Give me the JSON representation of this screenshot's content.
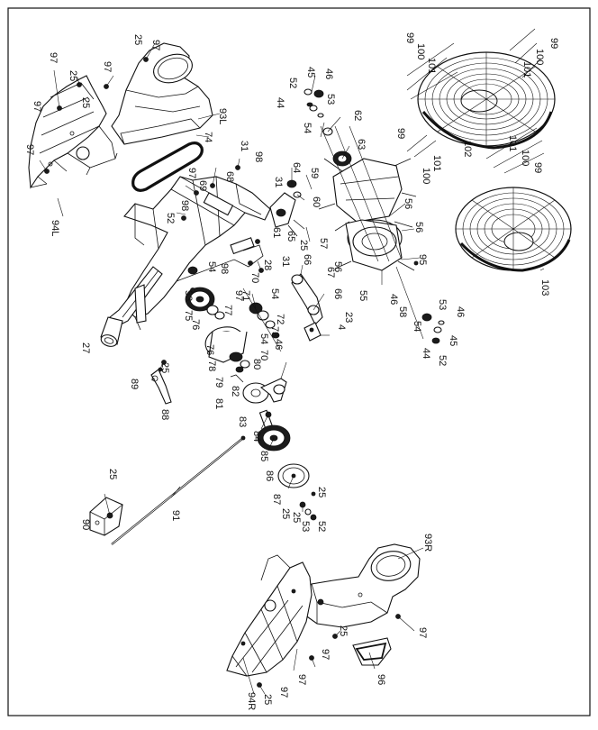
{
  "diagram": {
    "callouts": [
      {
        "id": "c-97-a",
        "text": "97"
      },
      {
        "id": "c-25-a",
        "text": "25"
      },
      {
        "id": "c-97-b",
        "text": "97"
      },
      {
        "id": "c-25-b",
        "text": "25"
      },
      {
        "id": "c-25-c",
        "text": "25"
      },
      {
        "id": "c-97-c",
        "text": "97"
      },
      {
        "id": "c-97-d",
        "text": "97"
      },
      {
        "id": "c-97-e",
        "text": "97"
      },
      {
        "id": "c-94L",
        "text": "94L"
      },
      {
        "id": "c-93L",
        "text": "93L"
      },
      {
        "id": "c-74",
        "text": "74"
      },
      {
        "id": "c-46-a",
        "text": "46"
      },
      {
        "id": "c-45-a",
        "text": "45"
      },
      {
        "id": "c-52-a",
        "text": "52"
      },
      {
        "id": "c-53-a",
        "text": "53"
      },
      {
        "id": "c-44-a",
        "text": "44"
      },
      {
        "id": "c-62",
        "text": "62"
      },
      {
        "id": "c-54-a",
        "text": "54"
      },
      {
        "id": "c-63",
        "text": "63"
      },
      {
        "id": "c-99-a",
        "text": "99"
      },
      {
        "id": "c-100-a",
        "text": "100"
      },
      {
        "id": "c-101-a",
        "text": "101"
      },
      {
        "id": "c-99-b",
        "text": "99"
      },
      {
        "id": "c-100-b",
        "text": "100"
      },
      {
        "id": "c-101-b",
        "text": "101"
      },
      {
        "id": "c-99-c",
        "text": "99"
      },
      {
        "id": "c-101-c",
        "text": "101"
      },
      {
        "id": "c-100-c",
        "text": "100"
      },
      {
        "id": "c-102",
        "text": "102"
      },
      {
        "id": "c-101-d",
        "text": "101"
      },
      {
        "id": "c-100-d",
        "text": "100"
      },
      {
        "id": "c-99-d",
        "text": "99"
      },
      {
        "id": "c-103",
        "text": "103"
      },
      {
        "id": "c-31-a",
        "text": "31"
      },
      {
        "id": "c-98-a",
        "text": "98"
      },
      {
        "id": "c-68",
        "text": "68"
      },
      {
        "id": "c-97-f",
        "text": "97"
      },
      {
        "id": "c-69",
        "text": "69"
      },
      {
        "id": "c-98-b",
        "text": "98"
      },
      {
        "id": "c-52-b",
        "text": "52"
      },
      {
        "id": "c-64",
        "text": "64"
      },
      {
        "id": "c-59",
        "text": "59"
      },
      {
        "id": "c-31-b",
        "text": "31"
      },
      {
        "id": "c-60",
        "text": "60"
      },
      {
        "id": "c-61",
        "text": "61"
      },
      {
        "id": "c-65",
        "text": "65"
      },
      {
        "id": "c-25-d",
        "text": "25"
      },
      {
        "id": "c-57",
        "text": "57"
      },
      {
        "id": "c-56-a",
        "text": "56"
      },
      {
        "id": "c-56-b",
        "text": "56"
      },
      {
        "id": "c-56-c",
        "text": "56"
      },
      {
        "id": "c-95",
        "text": "95"
      },
      {
        "id": "c-55",
        "text": "55"
      },
      {
        "id": "c-46-b",
        "text": "46"
      },
      {
        "id": "c-58",
        "text": "58"
      },
      {
        "id": "c-53-b",
        "text": "53"
      },
      {
        "id": "c-46-c",
        "text": "46"
      },
      {
        "id": "c-54-b",
        "text": "54"
      },
      {
        "id": "c-45-b",
        "text": "45"
      },
      {
        "id": "c-44-b",
        "text": "44"
      },
      {
        "id": "c-52-c",
        "text": "52"
      },
      {
        "id": "c-28",
        "text": "28"
      },
      {
        "id": "c-31-c",
        "text": "31"
      },
      {
        "id": "c-70",
        "text": "70"
      },
      {
        "id": "c-54-c",
        "text": "54"
      },
      {
        "id": "c-71",
        "text": "71"
      },
      {
        "id": "c-66-a",
        "text": "66"
      },
      {
        "id": "c-67",
        "text": "67"
      },
      {
        "id": "c-66-b",
        "text": "66"
      },
      {
        "id": "c-23",
        "text": "23"
      },
      {
        "id": "c-4",
        "text": "4"
      },
      {
        "id": "c-72",
        "text": "72"
      },
      {
        "id": "c-73",
        "text": "73"
      },
      {
        "id": "c-46-d",
        "text": "46"
      },
      {
        "id": "c-54-d",
        "text": "54"
      },
      {
        "id": "c-70-b",
        "text": "70"
      },
      {
        "id": "c-98-c",
        "text": "98"
      },
      {
        "id": "c-54-e",
        "text": "54"
      },
      {
        "id": "c-97-g",
        "text": "97"
      },
      {
        "id": "c-53-c",
        "text": "53"
      },
      {
        "id": "c-75",
        "text": "75"
      },
      {
        "id": "c-77",
        "text": "77"
      },
      {
        "id": "c-76",
        "text": "76"
      },
      {
        "id": "c-27",
        "text": "27"
      },
      {
        "id": "c-76-b",
        "text": "76"
      },
      {
        "id": "c-78",
        "text": "78"
      },
      {
        "id": "c-80",
        "text": "80"
      },
      {
        "id": "c-79",
        "text": "79"
      },
      {
        "id": "c-81",
        "text": "81"
      },
      {
        "id": "c-82",
        "text": "82"
      },
      {
        "id": "c-83",
        "text": "83"
      },
      {
        "id": "c-89",
        "text": "89"
      },
      {
        "id": "c-25-e",
        "text": "25"
      },
      {
        "id": "c-88",
        "text": "88"
      },
      {
        "id": "c-84",
        "text": "84"
      },
      {
        "id": "c-85",
        "text": "85"
      },
      {
        "id": "c-86",
        "text": "86"
      },
      {
        "id": "c-87",
        "text": "87"
      },
      {
        "id": "c-25-f",
        "text": "25"
      },
      {
        "id": "c-25-g",
        "text": "25"
      },
      {
        "id": "c-53-d",
        "text": "53"
      },
      {
        "id": "c-52-d",
        "text": "52"
      },
      {
        "id": "c-25-h",
        "text": "25"
      },
      {
        "id": "c-91",
        "text": "91"
      },
      {
        "id": "c-25-i",
        "text": "25"
      },
      {
        "id": "c-90",
        "text": "90"
      },
      {
        "id": "c-93R",
        "text": "93R"
      },
      {
        "id": "c-97-h",
        "text": "97"
      },
      {
        "id": "c-25-j",
        "text": "25"
      },
      {
        "id": "c-97-i",
        "text": "97"
      },
      {
        "id": "c-96",
        "text": "96"
      },
      {
        "id": "c-97-j",
        "text": "97"
      },
      {
        "id": "c-97-k",
        "text": "97"
      },
      {
        "id": "c-25-k",
        "text": "25"
      },
      {
        "id": "c-94R",
        "text": "94R"
      }
    ]
  }
}
